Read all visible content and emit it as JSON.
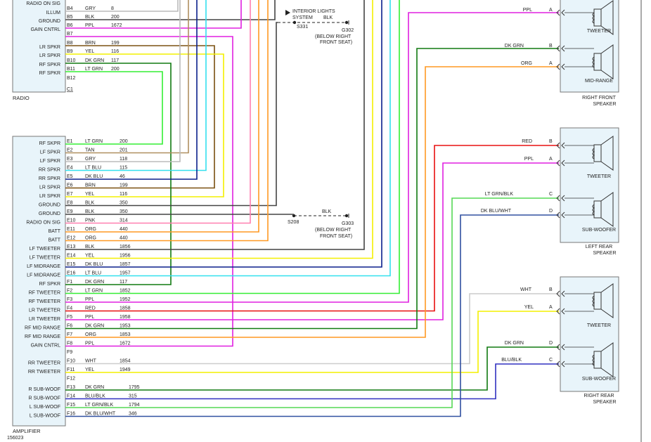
{
  "figure_id": "156023",
  "radio": {
    "title": "RADIO",
    "connector": "C1",
    "labels": [
      "RADIO ON SIG",
      "ILLUM",
      "GROUND",
      "GAIN CNTRL",
      "LR SPKR",
      "LR SPKR",
      "RF SPKR",
      "RF SPKR"
    ],
    "pins": [
      {
        "pin": "B4",
        "color": "GRY",
        "circuit": "8"
      },
      {
        "pin": "B5",
        "color": "BLK",
        "circuit": "200"
      },
      {
        "pin": "B6",
        "color": "PPL",
        "circuit": "1672"
      },
      {
        "pin": "B7",
        "color": "",
        "circuit": ""
      },
      {
        "pin": "B8",
        "color": "BRN",
        "circuit": "199"
      },
      {
        "pin": "B9",
        "color": "YEL",
        "circuit": "116"
      },
      {
        "pin": "B10",
        "color": "DK GRN",
        "circuit": "117"
      },
      {
        "pin": "B11",
        "color": "LT GRN",
        "circuit": "200"
      },
      {
        "pin": "B12",
        "color": "",
        "circuit": ""
      }
    ]
  },
  "interior": {
    "line1": "INTERIOR LIGHTS",
    "line2": "SYSTEM",
    "wire": "BLK",
    "splice": "S331",
    "ground": "G302",
    "note1": "(BELOW RIGHT",
    "note2": "FRONT SEAT)"
  },
  "ground2": {
    "wire": "BLK",
    "splice": "S208",
    "ground": "G303",
    "note1": "(BELOW RIGHT",
    "note2": "FRONT SEAT)"
  },
  "amplifier": {
    "title": "AMPLIFIER",
    "labels": [
      "RF SKPR",
      "LF SPKR",
      "LF SPKR",
      "RR SPKR",
      "RR SPKR",
      "LR SPKR",
      "LR SPKR",
      "GROUND",
      "GROUND",
      "RADIO ON SIG",
      "BATT",
      "BATT",
      "LF TWEETER",
      "LF TWEETER",
      "LF MIDRANGE",
      "LF MIDRANGE",
      "RF SPKR",
      "RF TWEETER",
      "RF TWEETER",
      "LR TWEETER",
      "LR TWEETER",
      "RF MID RANGE",
      "RF MID RANGE",
      "GAIN CNTRL",
      "",
      "RR TWEETER",
      "RR TWEETER",
      "",
      "R SUB-WOOF",
      "R SUB-WOOF",
      "L SUB-WOOF",
      "L SUB-WOOF"
    ],
    "pins": [
      {
        "pin": "E1",
        "color": "LT GRN",
        "circuit": "200"
      },
      {
        "pin": "E2",
        "color": "TAN",
        "circuit": "201"
      },
      {
        "pin": "E3",
        "color": "GRY",
        "circuit": "118"
      },
      {
        "pin": "E4",
        "color": "LT BLU",
        "circuit": "115"
      },
      {
        "pin": "E5",
        "color": "DK BLU",
        "circuit": "46"
      },
      {
        "pin": "E6",
        "color": "BRN",
        "circuit": "199"
      },
      {
        "pin": "E7",
        "color": "YEL",
        "circuit": "116"
      },
      {
        "pin": "E8",
        "color": "BLK",
        "circuit": "350"
      },
      {
        "pin": "E9",
        "color": "BLK",
        "circuit": "350"
      },
      {
        "pin": "E10",
        "color": "PNK",
        "circuit": "314"
      },
      {
        "pin": "E11",
        "color": "ORG",
        "circuit": "440"
      },
      {
        "pin": "E12",
        "color": "ORG",
        "circuit": "440"
      },
      {
        "pin": "E13",
        "color": "BLK",
        "circuit": "1856"
      },
      {
        "pin": "E14",
        "color": "YEL",
        "circuit": "1956"
      },
      {
        "pin": "E15",
        "color": "DK BLU",
        "circuit": "1857"
      },
      {
        "pin": "E16",
        "color": "LT BLU",
        "circuit": "1957"
      },
      {
        "pin": "F1",
        "color": "DK GRN",
        "circuit": "117"
      },
      {
        "pin": "F2",
        "color": "LT GRN",
        "circuit": "1852"
      },
      {
        "pin": "F3",
        "color": "PPL",
        "circuit": "1952"
      },
      {
        "pin": "F4",
        "color": "RED",
        "circuit": "1858"
      },
      {
        "pin": "F5",
        "color": "PPL",
        "circuit": "1958"
      },
      {
        "pin": "F6",
        "color": "DK GRN",
        "circuit": "1953"
      },
      {
        "pin": "F7",
        "color": "ORG",
        "circuit": "1853"
      },
      {
        "pin": "F8",
        "color": "PPL",
        "circuit": "1672"
      },
      {
        "pin": "F9",
        "color": "",
        "circuit": ""
      },
      {
        "pin": "F10",
        "color": "WHT",
        "circuit": "1854"
      },
      {
        "pin": "F11",
        "color": "YEL",
        "circuit": "1949"
      },
      {
        "pin": "F12",
        "color": "",
        "circuit": ""
      },
      {
        "pin": "F13",
        "color": "DK GRN",
        "circuit": "1795"
      },
      {
        "pin": "F14",
        "color": "BLU/BLK",
        "circuit": "315"
      },
      {
        "pin": "F15",
        "color": "LT GRN/BLK",
        "circuit": "1794"
      },
      {
        "pin": "F16",
        "color": "DK BLU/WHT",
        "circuit": "346"
      }
    ]
  },
  "speakers": [
    {
      "name": "RIGHT FRONT SPEAKER",
      "line1": "RIGHT FRONT",
      "line2": "SPEAKER",
      "units": [
        "TWEETER",
        "MID-RANGE"
      ],
      "wires": [
        {
          "color": "PPL",
          "terminal": "A"
        },
        {
          "color": "DK GRN",
          "terminal": "B"
        },
        {
          "color": "ORG",
          "terminal": "A"
        }
      ]
    },
    {
      "name": "LEFT REAR SPEAKER",
      "line1": "LEFT REAR",
      "line2": "SPEAKER",
      "units": [
        "TWEETER",
        "SUB-WOOFER"
      ],
      "wires": [
        {
          "color": "RED",
          "terminal": "B"
        },
        {
          "color": "PPL",
          "terminal": "A"
        },
        {
          "color": "LT GRN/BLK",
          "terminal": "C"
        },
        {
          "color": "DK BLU/WHT",
          "terminal": "D"
        }
      ]
    },
    {
      "name": "RIGHT REAR SPEAKER",
      "line1": "RIGHT REAR",
      "line2": "SPEAKER",
      "units": [
        "TWEETER",
        "SUB-WOOFER"
      ],
      "wires": [
        {
          "color": "WHT",
          "terminal": "B"
        },
        {
          "color": "YEL",
          "terminal": "A"
        },
        {
          "color": "DK GRN",
          "terminal": "D"
        },
        {
          "color": "BLU/BLK",
          "terminal": "C"
        }
      ]
    }
  ],
  "wire_colors": {
    "LT GRN": "#33ee33",
    "TAN": "#b09060",
    "GRY": "#bbbbbb",
    "LT BLU": "#33e0ee",
    "DK BLU": "#0a1f8c",
    "BRN": "#7a5010",
    "YEL": "#f4f000",
    "BLK": "#444444",
    "PNK": "#ff7fb0",
    "ORG": "#ff9922",
    "DK GRN": "#107a10",
    "PPL": "#e020e0",
    "RED": "#e81010",
    "WHT": "#cccccc",
    "BLU/BLK": "#3030c0",
    "LT GRN/BLK": "#55d855",
    "DK BLU/WHT": "#3050a0"
  }
}
